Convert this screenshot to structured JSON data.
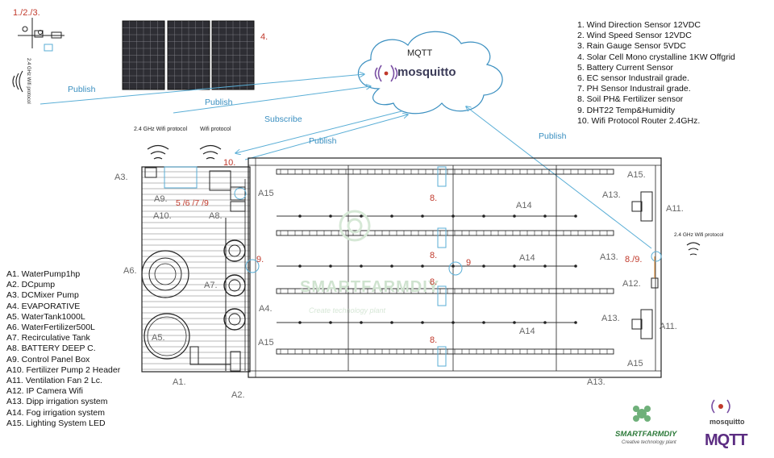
{
  "cloud": {
    "title": "MQTT",
    "brand": "mosquitto"
  },
  "solar": {
    "id": "4."
  },
  "sensor_station": {
    "ids": "1./2./3.",
    "protocol": "2.4 GHz Wifi protocol"
  },
  "top_protocols": {
    "left": "2.4 GHz Wifi protocol",
    "right": "Wifi protocol"
  },
  "right_protocol": "2.4 GHz Wifi protocol",
  "arrows": {
    "publish1": "Publish",
    "publish2": "Publish",
    "subscribe": "Subscribe",
    "publish3": "Publish",
    "publish4": "Publish"
  },
  "sensor_list": [
    "1. Wind Direction Sensor 12VDC",
    "2. Wind Speed Sensor 12VDC",
    "3. Rain Gauge Sensor 5VDC",
    "4. Solar Cell Mono crystalline 1KW Offgrid",
    "5. Battery Current Sensor",
    "6. EC sensor Industrail grade.",
    "7. PH Sensor Industrail grade.",
    "8. Soil PH& Fertilizer sensor",
    "9. DHT22 Temp&Humidity",
    "10. Wifi Protocol Router 2.4GHz."
  ],
  "component_list": [
    "A1. WaterPump1hp",
    "A2. DCpump",
    "A3. DCMixer Pump",
    "A4. EVAPORATIVE",
    "A5. WaterTank1000L",
    "A6. WaterFertilizer500L",
    "A7. Recirculative Tank",
    "A8. BATTERY DEEP C.",
    "A9. Control Panel Box",
    "A10. Fertilizer Pump 2 Header",
    "A11. Ventilation Fan 2 Lc.",
    "A12. IP Camera Wifi",
    "A13. Dipp irrigation system",
    "A14. Fog irrigation system",
    "A15. Lighting System LED"
  ],
  "labels": {
    "a3": "A3.",
    "a9": "A9.",
    "a10": "A10.",
    "a8": "A8.",
    "a6": "A6.",
    "a7": "A7.",
    "a5": "A5.",
    "a1": "A1.",
    "a2": "A2.",
    "a4": "A4.",
    "a15_tl": "A15",
    "a15_bl": "A15",
    "a15_tr": "A15.",
    "a15_br": "A15",
    "a13_top": "A13.",
    "a13_mid": "A13.",
    "a13_low": "A13.",
    "a13_bottom": "A13.",
    "a14_1": "A14",
    "a14_2": "A14",
    "a14_3": "A14",
    "a11_top": "A11.",
    "a11_bot": "A11.",
    "a12": "A12.",
    "s10": "10.",
    "s5679": "5 /6 /7 /9",
    "s9_left": "9.",
    "s9_mid": "9",
    "s8_1": "8.",
    "s8_2": "8.",
    "s8_3": "8.",
    "s8_4": "8.",
    "s89": "8./9."
  },
  "watermark": {
    "name": "SMARTFARMDIY",
    "tagline": "Create technology plant"
  },
  "logos": {
    "smartfarm": "SMARTFARMDIY",
    "smartfarm_tagline": "Creative technology plant",
    "mosquitto": "mosquitto",
    "mqtt": "MQTT"
  },
  "colors": {
    "arrow": "#5aaed6",
    "accent_red": "#c0392b",
    "line": "#222222",
    "cloud": "#3a8fc0",
    "mqtt_purple": "#5c2d82",
    "leaf_green": "#2d7a3a"
  }
}
